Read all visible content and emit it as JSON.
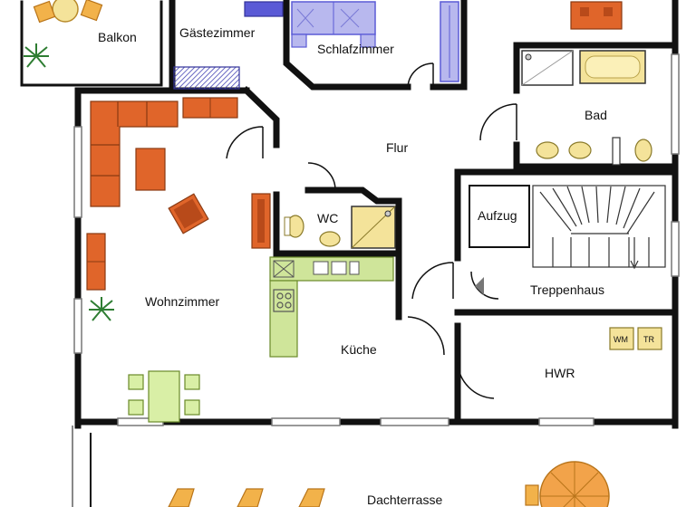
{
  "rooms": {
    "balkon": "Balkon",
    "gaestezimmer": "Gästezimmer",
    "schlafzimmer": "Schlafzimmer",
    "bad": "Bad",
    "flur": "Flur",
    "wc": "WC",
    "aufzug": "Aufzug",
    "treppenhaus": "Treppenhaus",
    "wohnzimmer": "Wohnzimmer",
    "kueche": "Küche",
    "hwr": "HWR",
    "dachterrasse": "Dachterrasse"
  },
  "appliances": {
    "wm": "WM",
    "tr": "TR"
  },
  "colors": {
    "wall": "#111111",
    "sofa": "#e0652a",
    "sofa_dark": "#b84a1a",
    "bed": "#b8b8ee",
    "bed_blue": "#5a5ad6",
    "kitchen": "#cfe59a",
    "table": "#d9efa6",
    "fixture": "#f4e39a",
    "plant": "#2e7d32",
    "umbrella": "#f2a34a"
  }
}
